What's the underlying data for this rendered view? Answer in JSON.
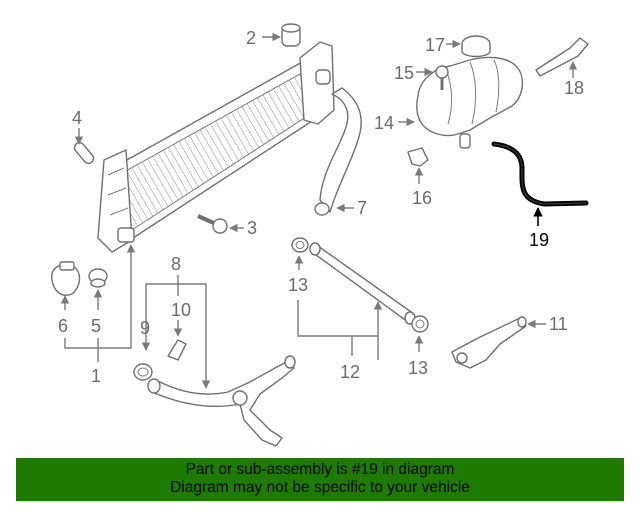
{
  "callouts": {
    "c1": "1",
    "c2": "2",
    "c3": "3",
    "c4": "4",
    "c5": "5",
    "c6": "6",
    "c7": "7",
    "c8": "8",
    "c9": "9",
    "c10": "10",
    "c11": "11",
    "c12": "12",
    "c13a": "13",
    "c13b": "13",
    "c14": "14",
    "c15": "15",
    "c16": "16",
    "c17": "17",
    "c18": "18",
    "c19": "19"
  },
  "banner": {
    "line1": "Part or sub-assembly is #19 in diagram",
    "line2": "Diagram may not be specific to your vehicle"
  },
  "colors": {
    "banner_bg": "#1e7a00",
    "highlight": "#000000",
    "line": "#6f6f6f"
  }
}
